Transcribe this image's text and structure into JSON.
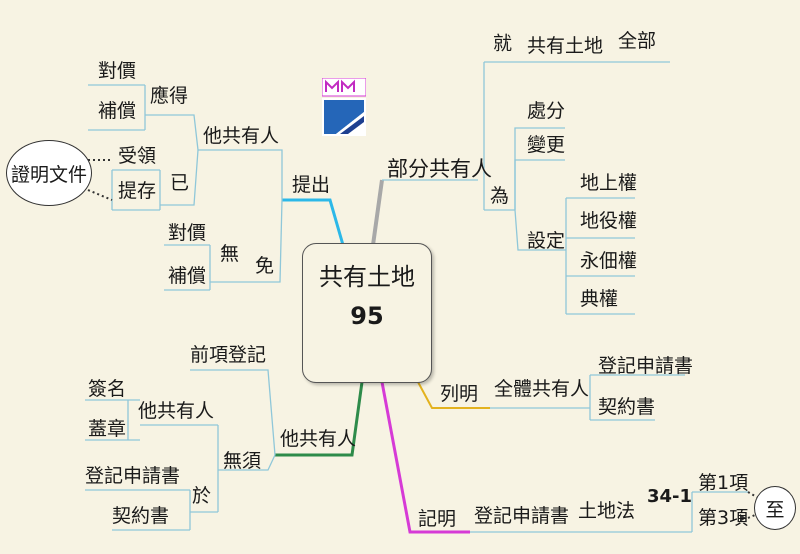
{
  "center": {
    "title": "共有土地",
    "number": "95"
  },
  "top_right": {
    "branch": "部分共有人",
    "jiu": "就",
    "jiu_object": "共有土地",
    "jiu_scope": "全部",
    "wei": "為",
    "chufen": "處分",
    "biangeng": "變更",
    "sheding": "設定",
    "rights": [
      "地上權",
      "地役權",
      "永佃權",
      "典權"
    ]
  },
  "top_left": {
    "branch": "提出",
    "other_owners": "他共有人",
    "yingde": "應得",
    "duijia": "對價",
    "buchang": "補償",
    "yi": "已",
    "shouling": "受領",
    "ticun": "提存",
    "proof": "證明文件",
    "mian": "免",
    "wu": "無",
    "duijia2": "對價",
    "buchang2": "補償"
  },
  "bottom_left": {
    "branch": "他共有人",
    "qianxiang": "前項登記",
    "wuxu": "無須",
    "other_owners": "他共有人",
    "qianming": "簽名",
    "gaizhang": "蓋章",
    "yu": "於",
    "application": "登記申請書",
    "contract": "契約書"
  },
  "bottom_right": {
    "lieming": "列明",
    "all_owners": "全體共有人",
    "application": "登記申請書",
    "contract": "契約書",
    "jiming": "記明",
    "application2": "登記申請書",
    "law": "土地法",
    "article": "34-1",
    "item1": "第1項",
    "item3": "第3項",
    "zhi": "至"
  },
  "colors": {
    "background": "#f7f3e3",
    "top_right_branch": "#a8a8a8",
    "top_left_branch": "#2cb8e8",
    "bottom_left_branch": "#2e8b4a",
    "bottom_right_branch": "#d63ad6",
    "lieming_branch": "#e3b21f",
    "logo_blue": "#2566b8",
    "logo_dark": "#1d3f8f"
  }
}
